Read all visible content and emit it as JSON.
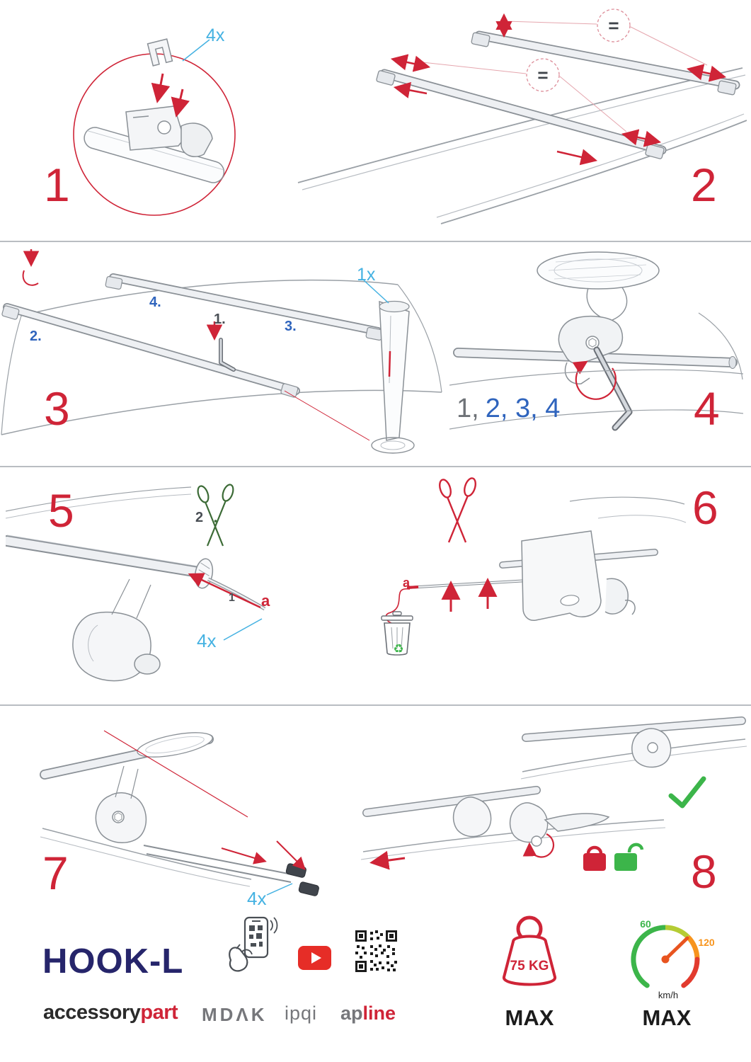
{
  "colors": {
    "red": "#cf2437",
    "cyan": "#45b2e2",
    "blue": "#2f64bd",
    "navy": "#26256b",
    "green": "#3cb54a",
    "orange": "#f7941d"
  },
  "steps": {
    "s1": {
      "num": "1",
      "qty": "4x"
    },
    "s2": {
      "num": "2",
      "equal_top": "=",
      "equal_mid": "="
    },
    "s3": {
      "num": "3",
      "qty": "1x",
      "label1": "1.",
      "label2": "2.",
      "label3": "3.",
      "label4": "4."
    },
    "s4": {
      "num": "4",
      "seq_done": "1,",
      "seq_todo": "2, 3, 4"
    },
    "s5": {
      "num": "5",
      "qty": "4x",
      "label_cut": "2",
      "label_pull": "1",
      "label_a": "a"
    },
    "s6": {
      "num": "6",
      "label_a": "a"
    },
    "s7": {
      "num": "7",
      "qty": "4x"
    },
    "s8": {
      "num": "8"
    }
  },
  "icons": {
    "recycle": "♻"
  },
  "footer": {
    "product_name": "HOOK-L",
    "brand_prefix": "accessory",
    "brand_suffix": "part",
    "logo_mdak": "MDΛK",
    "logo_ipqi": "ipqi",
    "logo_apline_prefix": "ap",
    "logo_apline_suffix": "line",
    "weight_value": "75 KG",
    "weight_max_label": "MAX",
    "speed_low": "60",
    "speed_high": "120",
    "speed_unit": "km/h",
    "speed_max_label": "MAX"
  }
}
